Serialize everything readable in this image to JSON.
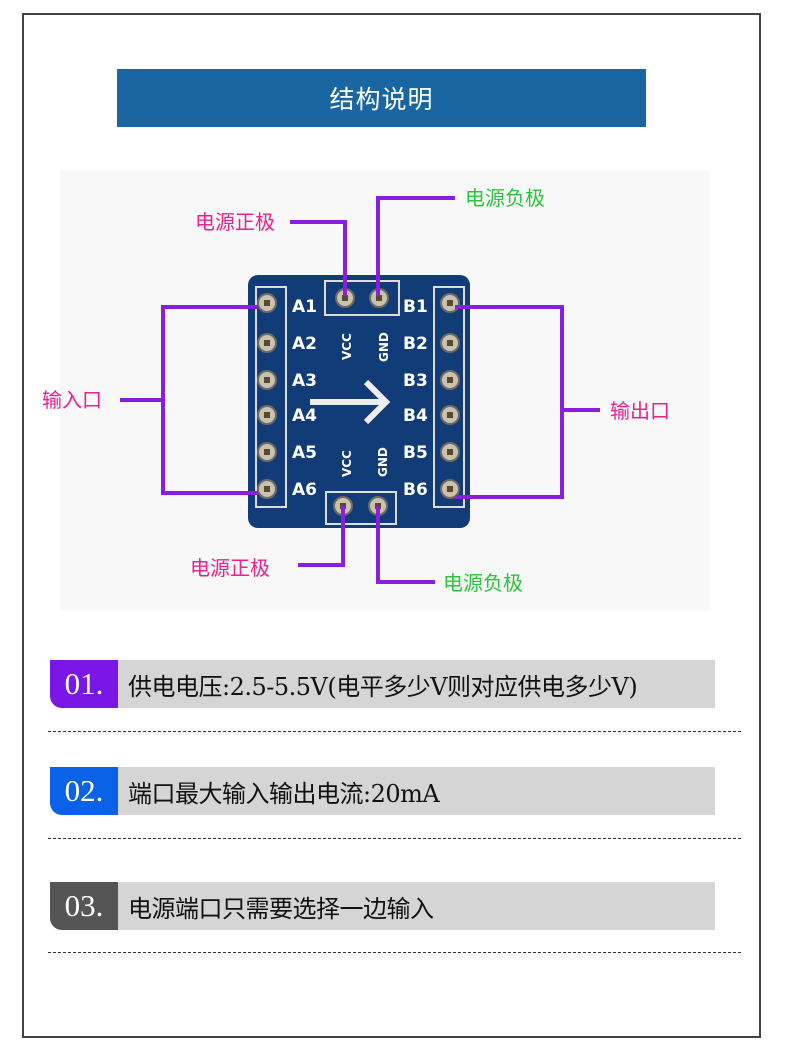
{
  "title": "结构说明",
  "diagram": {
    "labels": {
      "vcc_top": "电源正极",
      "gnd_top": "电源负极",
      "input": "输入口",
      "output": "输出口",
      "vcc_bottom": "电源正极",
      "gnd_bottom": "电源负极"
    },
    "board": {
      "a_pins": [
        "A1",
        "A2",
        "A3",
        "A4",
        "A5",
        "A6"
      ],
      "b_pins": [
        "B1",
        "B2",
        "B3",
        "B4",
        "B5",
        "B6"
      ],
      "vcc": "VCC",
      "gnd": "GND"
    },
    "colors": {
      "line": "#8a1ee0",
      "pink": "#e8228c",
      "green": "#2bc43b",
      "board": "#123c78"
    }
  },
  "items": [
    {
      "number": "01.",
      "text": "供电电压:2.5-5.5V(电平多少V则对应供电多少V)",
      "color": "#7a16e6"
    },
    {
      "number": "02.",
      "text": "端口最大输入输出电流:20mA",
      "color": "#0a62e8"
    },
    {
      "number": "03.",
      "text": "电源端口只需要选择一边输入",
      "color": "#555555"
    }
  ]
}
